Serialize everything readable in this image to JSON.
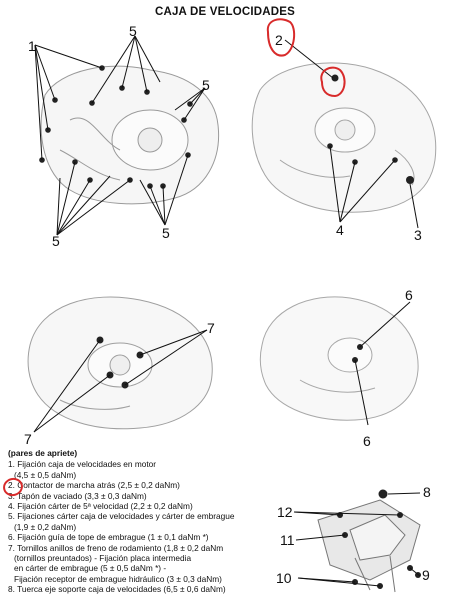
{
  "title": "CAJA DE VELOCIDADES",
  "figures": {
    "top_left": {
      "labels": [
        "1",
        "5",
        "5",
        "5",
        "5"
      ]
    },
    "top_right": {
      "labels": [
        "2",
        "4",
        "3"
      ]
    },
    "mid_left": {
      "labels": [
        "7",
        "7"
      ]
    },
    "mid_right": {
      "labels": [
        "6",
        "6"
      ]
    },
    "bottom_right": {
      "labels": [
        "8",
        "12",
        "11",
        "9",
        "10"
      ]
    }
  },
  "legend": {
    "header": "(pares de apriete)",
    "lines": [
      "1. Fijación caja de velocidades en motor",
      "(4,5 ± 0,5 daNm)",
      "2. Contactor de marcha atrás (2,5 ± 0,2 daNm)",
      "3. Tapón de vaciado (3,3 ± 0,3 daNm)",
      "4. Fijación cárter de 5ª velocidad (2,2 ± 0,2 daNm)",
      "5. Fijaciones cárter caja de velocidades y cárter de embrague",
      "(1,9 ± 0,2 daNm)",
      "6. Fijación guía de tope de embrague (1 ± 0,1 daNm *)",
      "7. Tornillos anillos de freno de rodamiento (1,8 ± 0,2 daNm",
      "(tornillos preuntados) - Fijación placa intermedia",
      "en cárter de embrague (5 ± 0,5 daNm *) -",
      "Fijación receptor de embrague hidráulico (3 ± 0,3 daNm)",
      "8. Tuerca eje soporte caja de velocidades (6,5 ± 0,6 daNm)"
    ]
  },
  "colors": {
    "annotation": "#d82b2b",
    "ink": "#111111"
  }
}
